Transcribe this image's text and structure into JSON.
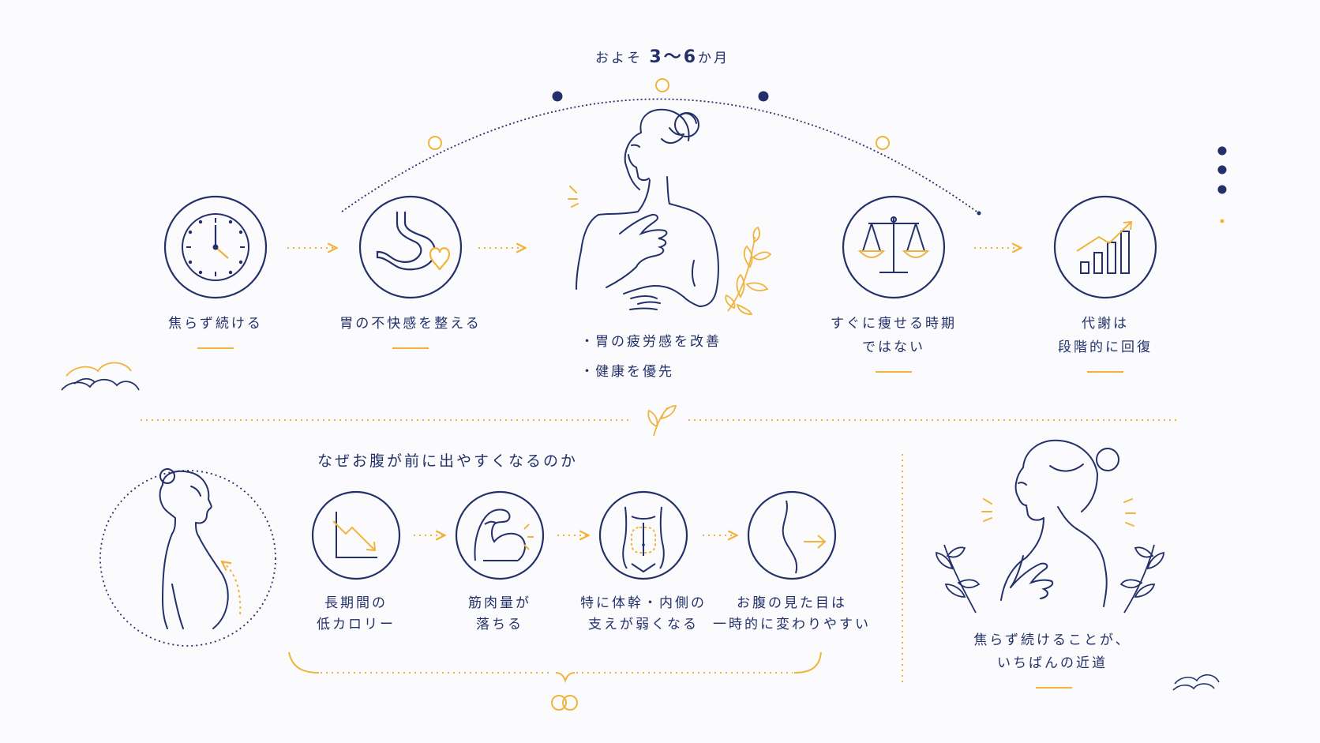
{
  "timeline": {
    "prefix": "およそ",
    "range": "3〜6",
    "suffix": "か月"
  },
  "top_steps": [
    {
      "label_1": "焦らず続ける",
      "label_2": "",
      "icon": "clock-icon"
    },
    {
      "label_1": "胃の不快感を整える",
      "label_2": "",
      "icon": "stomach-heart-icon"
    },
    {
      "label_1": "すぐに痩せる時期",
      "label_2": "ではない",
      "icon": "scale-icon"
    },
    {
      "label_1": "代謝は",
      "label_2": "段階的に回復",
      "icon": "growth-chart-icon"
    }
  ],
  "center_points": [
    "胃の疲労感を改善",
    "健康を優先"
  ],
  "section_title": "なぜお腹が前に出やすくなるのか",
  "cause_steps": [
    {
      "label_1": "長期間の",
      "label_2": "低カロリー",
      "icon": "downtrend-chart-icon"
    },
    {
      "label_1": "筋肉量が",
      "label_2": "落ちる",
      "icon": "muscle-arm-icon"
    },
    {
      "label_1": "特に体幹・内側の",
      "label_2": "支えが弱くなる",
      "icon": "torso-core-icon"
    },
    {
      "label_1": "お腹の見た目は",
      "label_2": "一時的に変わりやすい",
      "icon": "belly-profile-icon"
    }
  ],
  "conclusion": {
    "line_1": "焦らず続けることが、",
    "line_2": "いちばんの近道"
  },
  "colors": {
    "navy": "#23306a",
    "gold": "#f0b43c",
    "background": "#fbfbfd"
  }
}
